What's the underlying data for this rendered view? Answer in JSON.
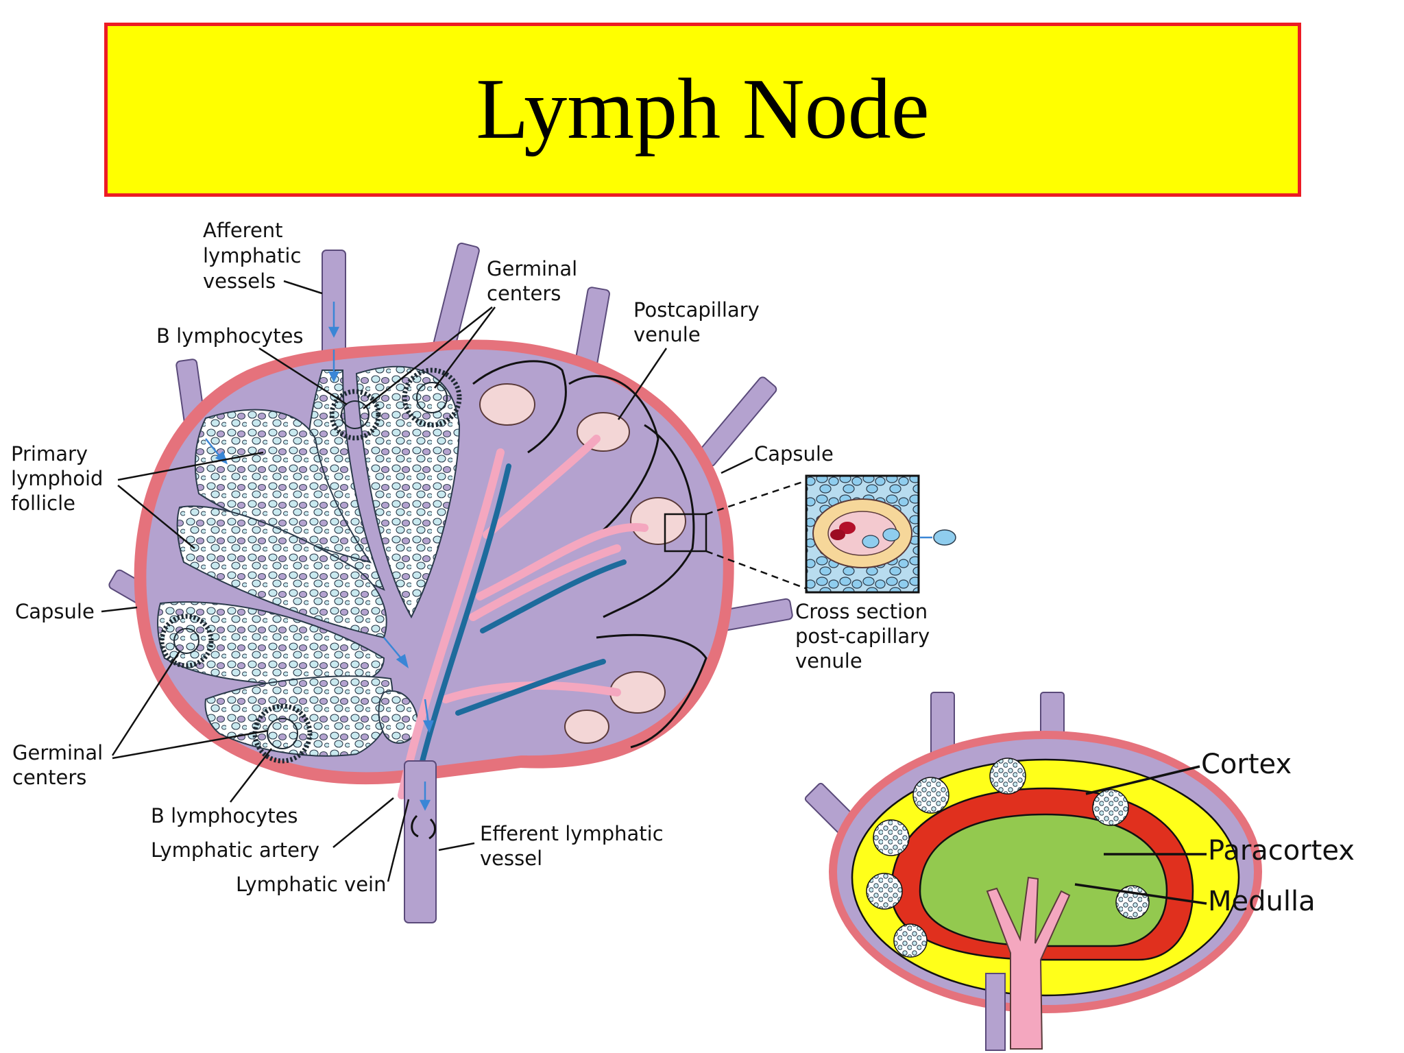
{
  "title": "Lymph Node",
  "colors": {
    "banner_fill": "#ffff00",
    "banner_border": "#ec1c24",
    "node_fill": "#b4a2cf",
    "capsule": "#e5727c",
    "cortex": "#ffff1a",
    "paracortex": "#e0301e",
    "medulla": "#93c94f",
    "vessel_pink": "#f4a7bf",
    "vein_blue": "#1d6b9c",
    "cell_fill": "#c9e9ef"
  },
  "main_diagram": {
    "labels": {
      "afferent": [
        "Afferent",
        "lymphatic",
        "vessels"
      ],
      "germinal_top": [
        "Germinal",
        "centers"
      ],
      "postcapillary": [
        "Postcapillary",
        "venule"
      ],
      "b_lymphocytes_top": "B lymphocytes",
      "primary_follicle": [
        "Primary",
        "lymphoid",
        "follicle"
      ],
      "capsule_right": "Capsule",
      "capsule_left": "Capsule",
      "cross_section": [
        "Cross section",
        "post-capillary",
        "venule"
      ],
      "germinal_bottom": [
        "Germinal",
        "centers"
      ],
      "b_lymphocytes_bottom": "B lymphocytes",
      "lymphatic_artery": "Lymphatic artery",
      "lymphatic_vein": "Lymphatic vein",
      "efferent": [
        "Efferent lymphatic",
        "vessel"
      ]
    }
  },
  "small_diagram": {
    "labels": {
      "cortex": "Cortex",
      "paracortex": "Paracortex",
      "medulla": "Medulla"
    }
  }
}
